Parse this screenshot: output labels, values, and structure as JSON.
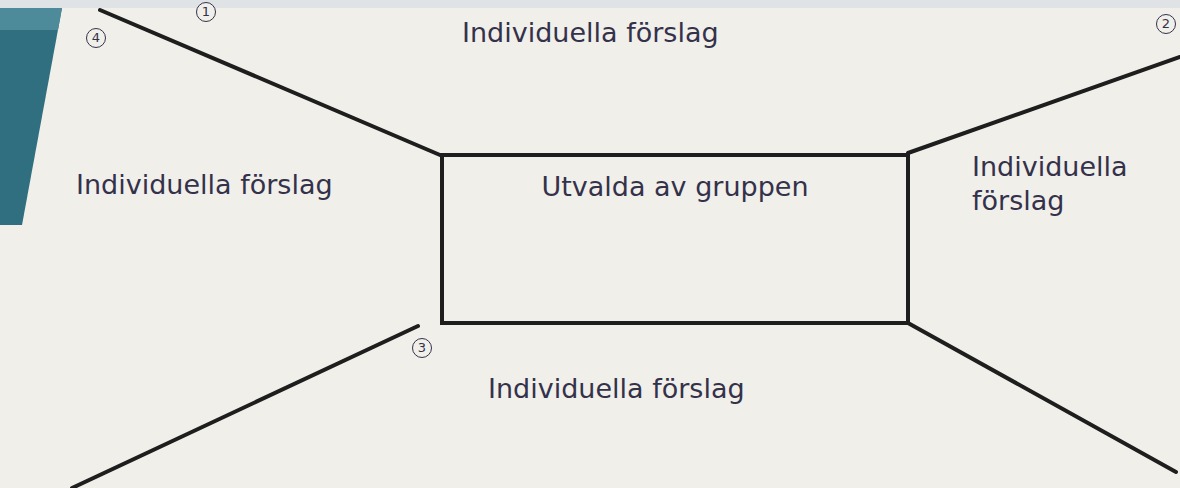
{
  "diagram": {
    "nodes": [
      {
        "text": [
          "Utvalda av gruppen"
        ]
      }
    ],
    "labels": [
      "1",
      "4",
      "2",
      "Individuella förslag",
      "Individuella förslag",
      "Individuella förslag",
      "3",
      "Individuella förslag"
    ]
  }
}
